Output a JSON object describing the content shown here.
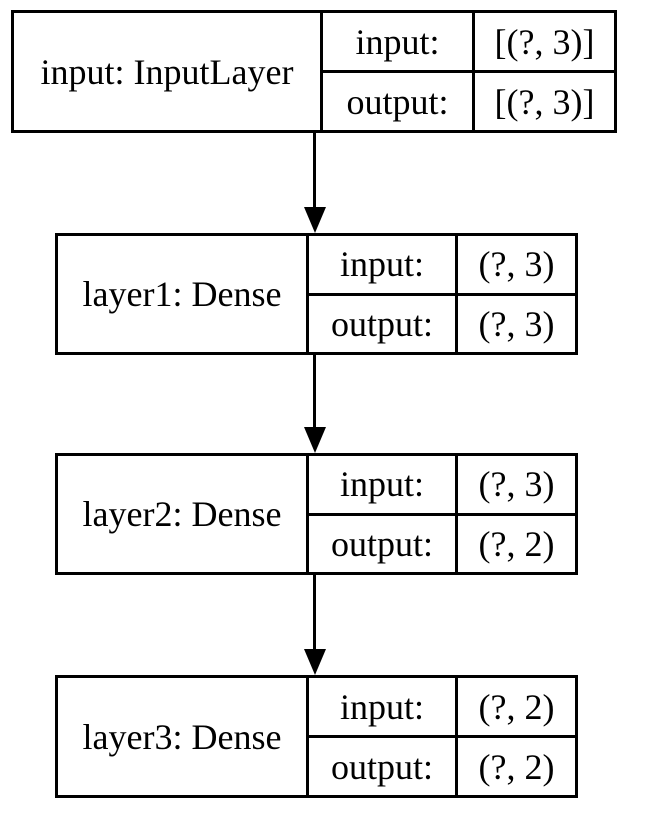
{
  "diagram": {
    "type": "keras-model-plot",
    "colors": {
      "background": "#ffffff",
      "line": "#000000",
      "text": "#000000"
    },
    "nodes": [
      {
        "name": "input: InputLayer",
        "rows": [
          {
            "label": "input:",
            "value": "[(?, 3)]"
          },
          {
            "label": "output:",
            "value": "[(?, 3)]"
          }
        ]
      },
      {
        "name": "layer1: Dense",
        "rows": [
          {
            "label": "input:",
            "value": "(?, 3)"
          },
          {
            "label": "output:",
            "value": "(?, 3)"
          }
        ]
      },
      {
        "name": "layer2: Dense",
        "rows": [
          {
            "label": "input:",
            "value": "(?, 3)"
          },
          {
            "label": "output:",
            "value": "(?, 2)"
          }
        ]
      },
      {
        "name": "layer3: Dense",
        "rows": [
          {
            "label": "input:",
            "value": "(?, 2)"
          },
          {
            "label": "output:",
            "value": "(?, 2)"
          }
        ]
      }
    ],
    "edges": [
      {
        "from": "input",
        "to": "layer1"
      },
      {
        "from": "layer1",
        "to": "layer2"
      },
      {
        "from": "layer2",
        "to": "layer3"
      }
    ]
  }
}
